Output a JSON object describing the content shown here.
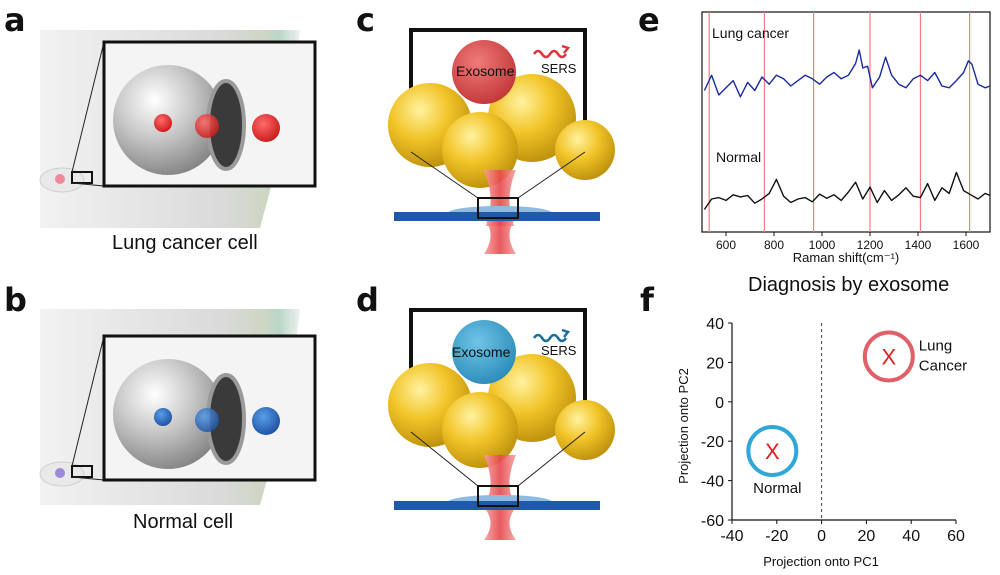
{
  "panels": {
    "a": {
      "letter": "a",
      "caption": "Lung cancer cell"
    },
    "b": {
      "letter": "b",
      "caption": "Normal cell"
    },
    "c": {
      "letter": "c",
      "exosome_label": "Exosome",
      "sers_label": "SERS"
    },
    "d": {
      "letter": "d",
      "exosome_label": "Exosome",
      "sers_label": "SERS"
    },
    "e": {
      "letter": "e"
    },
    "f": {
      "letter": "f",
      "title": "Diagnosis by exosome"
    }
  },
  "colors": {
    "cancer_exosome": "#e0323a",
    "normal_exosome": "#2d7ec2",
    "gold_particle": "#e8b81c",
    "substrate": "#1e5aa8",
    "laser": "#e8474b",
    "cancer_spectrum": "#1b2a9e",
    "normal_spectrum": "#111111",
    "peak_line": "#f08080",
    "cancer_cluster": "#e0606a",
    "normal_cluster": "#2fa8d8",
    "cluster_marker": "#e02020"
  },
  "chart_data": [
    {
      "type": "line",
      "panel": "e",
      "xlabel": "Raman shift(cm⁻¹)",
      "ylabel": "",
      "xlim": [
        500,
        1700
      ],
      "xticks": [
        600,
        800,
        1000,
        1200,
        1400,
        1600
      ],
      "peak_lines": [
        530,
        760,
        965,
        1200,
        1410,
        1615
      ],
      "series": [
        {
          "name": "Lung cancer",
          "x": [
            510,
            540,
            570,
            600,
            630,
            660,
            690,
            720,
            750,
            780,
            810,
            840,
            870,
            900,
            930,
            960,
            990,
            1020,
            1050,
            1080,
            1110,
            1140,
            1155,
            1170,
            1190,
            1210,
            1240,
            1265,
            1290,
            1320,
            1350,
            1380,
            1410,
            1440,
            1470,
            1500,
            1530,
            1560,
            1590,
            1610,
            1625,
            1650,
            1680,
            1700
          ],
          "y": [
            0.55,
            0.72,
            0.5,
            0.58,
            0.66,
            0.48,
            0.64,
            0.55,
            0.7,
            0.62,
            0.72,
            0.68,
            0.6,
            0.66,
            0.72,
            0.68,
            0.62,
            0.7,
            0.75,
            0.68,
            0.72,
            0.85,
            1.0,
            0.8,
            0.82,
            0.58,
            0.7,
            0.92,
            0.72,
            0.62,
            0.58,
            0.68,
            0.72,
            0.66,
            0.75,
            0.6,
            0.58,
            0.66,
            0.75,
            0.88,
            0.84,
            0.62,
            0.58,
            0.6
          ]
        },
        {
          "name": "Normal",
          "x": [
            510,
            540,
            570,
            600,
            630,
            660,
            690,
            720,
            750,
            780,
            810,
            840,
            870,
            900,
            930,
            960,
            990,
            1020,
            1050,
            1080,
            1110,
            1140,
            1170,
            1200,
            1230,
            1260,
            1290,
            1320,
            1350,
            1380,
            1410,
            1440,
            1470,
            1500,
            1530,
            1560,
            1590,
            1620,
            1650,
            1680,
            1700
          ],
          "y": [
            0.15,
            0.3,
            0.32,
            0.28,
            0.36,
            0.33,
            0.35,
            0.24,
            0.3,
            0.38,
            0.58,
            0.34,
            0.25,
            0.3,
            0.32,
            0.26,
            0.37,
            0.31,
            0.36,
            0.28,
            0.4,
            0.54,
            0.3,
            0.47,
            0.25,
            0.42,
            0.28,
            0.36,
            0.46,
            0.34,
            0.32,
            0.52,
            0.28,
            0.46,
            0.38,
            0.68,
            0.42,
            0.36,
            0.3,
            0.38,
            0.35
          ]
        }
      ]
    },
    {
      "type": "scatter",
      "panel": "f",
      "title": "Diagnosis by exosome",
      "xlabel": "Projection onto PC1",
      "ylabel": "Projection onto PC2",
      "xlim": [
        -40,
        60
      ],
      "ylim": [
        -60,
        40
      ],
      "xticks": [
        -40,
        -20,
        0,
        20,
        40,
        60
      ],
      "yticks": [
        -60,
        -40,
        -20,
        0,
        20,
        40
      ],
      "divider_x": 0,
      "marker": "X",
      "points": [
        {
          "name": "Lung Cancer",
          "label": [
            "Lung",
            "Cancer"
          ],
          "x": 30,
          "y": 23
        },
        {
          "name": "Normal",
          "label": [
            "Normal"
          ],
          "x": -22,
          "y": -25
        }
      ]
    }
  ]
}
